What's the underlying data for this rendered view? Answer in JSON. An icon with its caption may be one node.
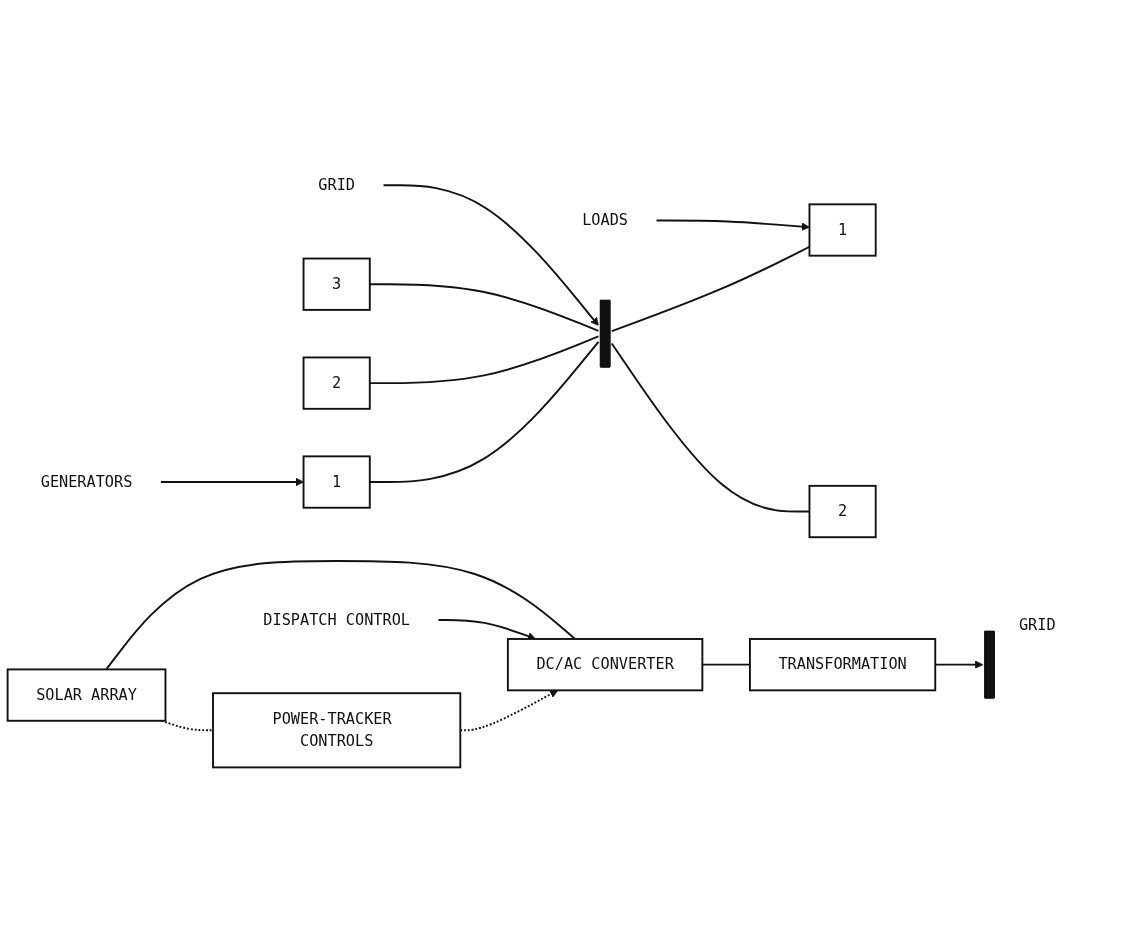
{
  "diagram": {
    "nodes": [
      {
        "text": [
          "GENERATORS"
        ]
      },
      {
        "text": [
          "1"
        ]
      },
      {
        "text": [
          "2"
        ]
      },
      {
        "text": [
          "3"
        ]
      },
      {
        "text": [],
        "shape": "bar"
      },
      {
        "text": [
          "LOADS"
        ]
      },
      {
        "text": [
          "1"
        ]
      },
      {
        "text": [
          "2"
        ]
      },
      {
        "text": [
          "GRID"
        ]
      },
      {
        "text": [
          "POWER-TRACKER CONTROLS"
        ]
      },
      {
        "text": [
          "DISPATCH CONTROL"
        ]
      },
      {
        "text": [
          "SOLAR ARRAY"
        ]
      },
      {
        "text": [
          "DC/AC CONVERTER"
        ]
      },
      {
        "text": [
          "TRANSFORMATION"
        ]
      },
      {
        "text": [],
        "shape": "bar",
        "beside": [
          "GRID"
        ]
      }
    ],
    "edges": [
      {
        "from": 0,
        "to": 1,
        "arrow": "to"
      },
      {
        "from": 1,
        "to": 4,
        "arrow": "none"
      },
      {
        "from": 2,
        "to": 4,
        "arrow": "none"
      },
      {
        "from": 3,
        "to": 4,
        "arrow": "none"
      },
      {
        "from": 4,
        "to": 6,
        "arrow": "none"
      },
      {
        "from": 4,
        "to": 7,
        "arrow": "none"
      },
      {
        "from": 5,
        "to": 6,
        "arrow": "to"
      },
      {
        "from": 8,
        "to": 4,
        "arrow": "to"
      },
      {
        "from": 11,
        "to": 9,
        "arrow": "none",
        "style": "dashed"
      },
      {
        "from": 9,
        "to": 12,
        "arrow": "to",
        "style": "dashed"
      },
      {
        "from": 10,
        "to": 12,
        "arrow": "to"
      },
      {
        "from": 11,
        "to": 12,
        "arrow": "none"
      },
      {
        "from": 12,
        "to": 13,
        "arrow": "none"
      },
      {
        "from": 13,
        "to": 14,
        "arrow": "to"
      }
    ]
  }
}
